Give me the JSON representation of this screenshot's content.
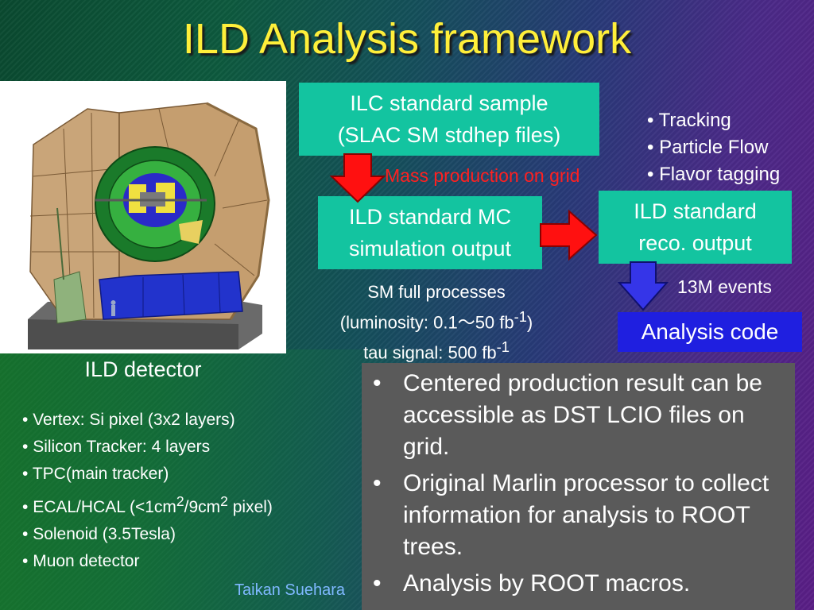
{
  "title": "ILD Analysis framework",
  "detector": {
    "caption": "ILD detector",
    "features": [
      {
        "text": "Vertex: Si pixel (3x2 layers)"
      },
      {
        "text": "Silicon Tracker: 4 layers"
      },
      {
        "text": "TPC(main tracker)"
      },
      {
        "pre": "ECAL/HCAL (<1cm",
        "sup1": "2",
        "mid": "/9cm",
        "sup2": "2",
        "post": " pixel)"
      },
      {
        "text": "Solenoid (3.5Tesla)"
      },
      {
        "text": "Muon detector"
      }
    ]
  },
  "flow": {
    "sample": {
      "line1": "ILC standard sample",
      "line2": "(SLAC SM stdhep files)"
    },
    "grid_label": "Mass production on grid",
    "simulation": {
      "line1": "ILD standard MC",
      "line2": "simulation output"
    },
    "reco": {
      "line1": "ILD standard",
      "line2": "reco. output"
    },
    "reco_features": [
      "Tracking",
      "Particle Flow",
      "Flavor tagging"
    ],
    "sm_processes": {
      "line1": "SM full processes",
      "line2_pre": "(luminosity: 0.1～50 fb",
      "line2_sup": "-1",
      "line2_post": ")",
      "line3_pre": "tau signal: 500 fb",
      "line3_sup": "-1"
    },
    "events": "13M events",
    "analysis": "Analysis code"
  },
  "bullets": [
    "Centered production result can be accessible as DST LCIO files on grid.",
    "Original Marlin processor to collect information for analysis to ROOT trees.",
    "Analysis by ROOT macros."
  ],
  "bullet_symbol": "•",
  "author": "Taikan Suehara",
  "colors": {
    "title": "#ffef3a",
    "teal_box": "#13c4a0",
    "analysis_box": "#1f1fe0",
    "grid_label": "#ff2020",
    "red_arrow": "#ff1010",
    "blue_arrow": "#3535e8",
    "panel": "#5a5a5a",
    "author": "#7fb8ff"
  },
  "icons": {
    "detector": "ild-detector-image",
    "arrow_down": "arrow-down-icon",
    "arrow_right": "arrow-right-icon"
  }
}
